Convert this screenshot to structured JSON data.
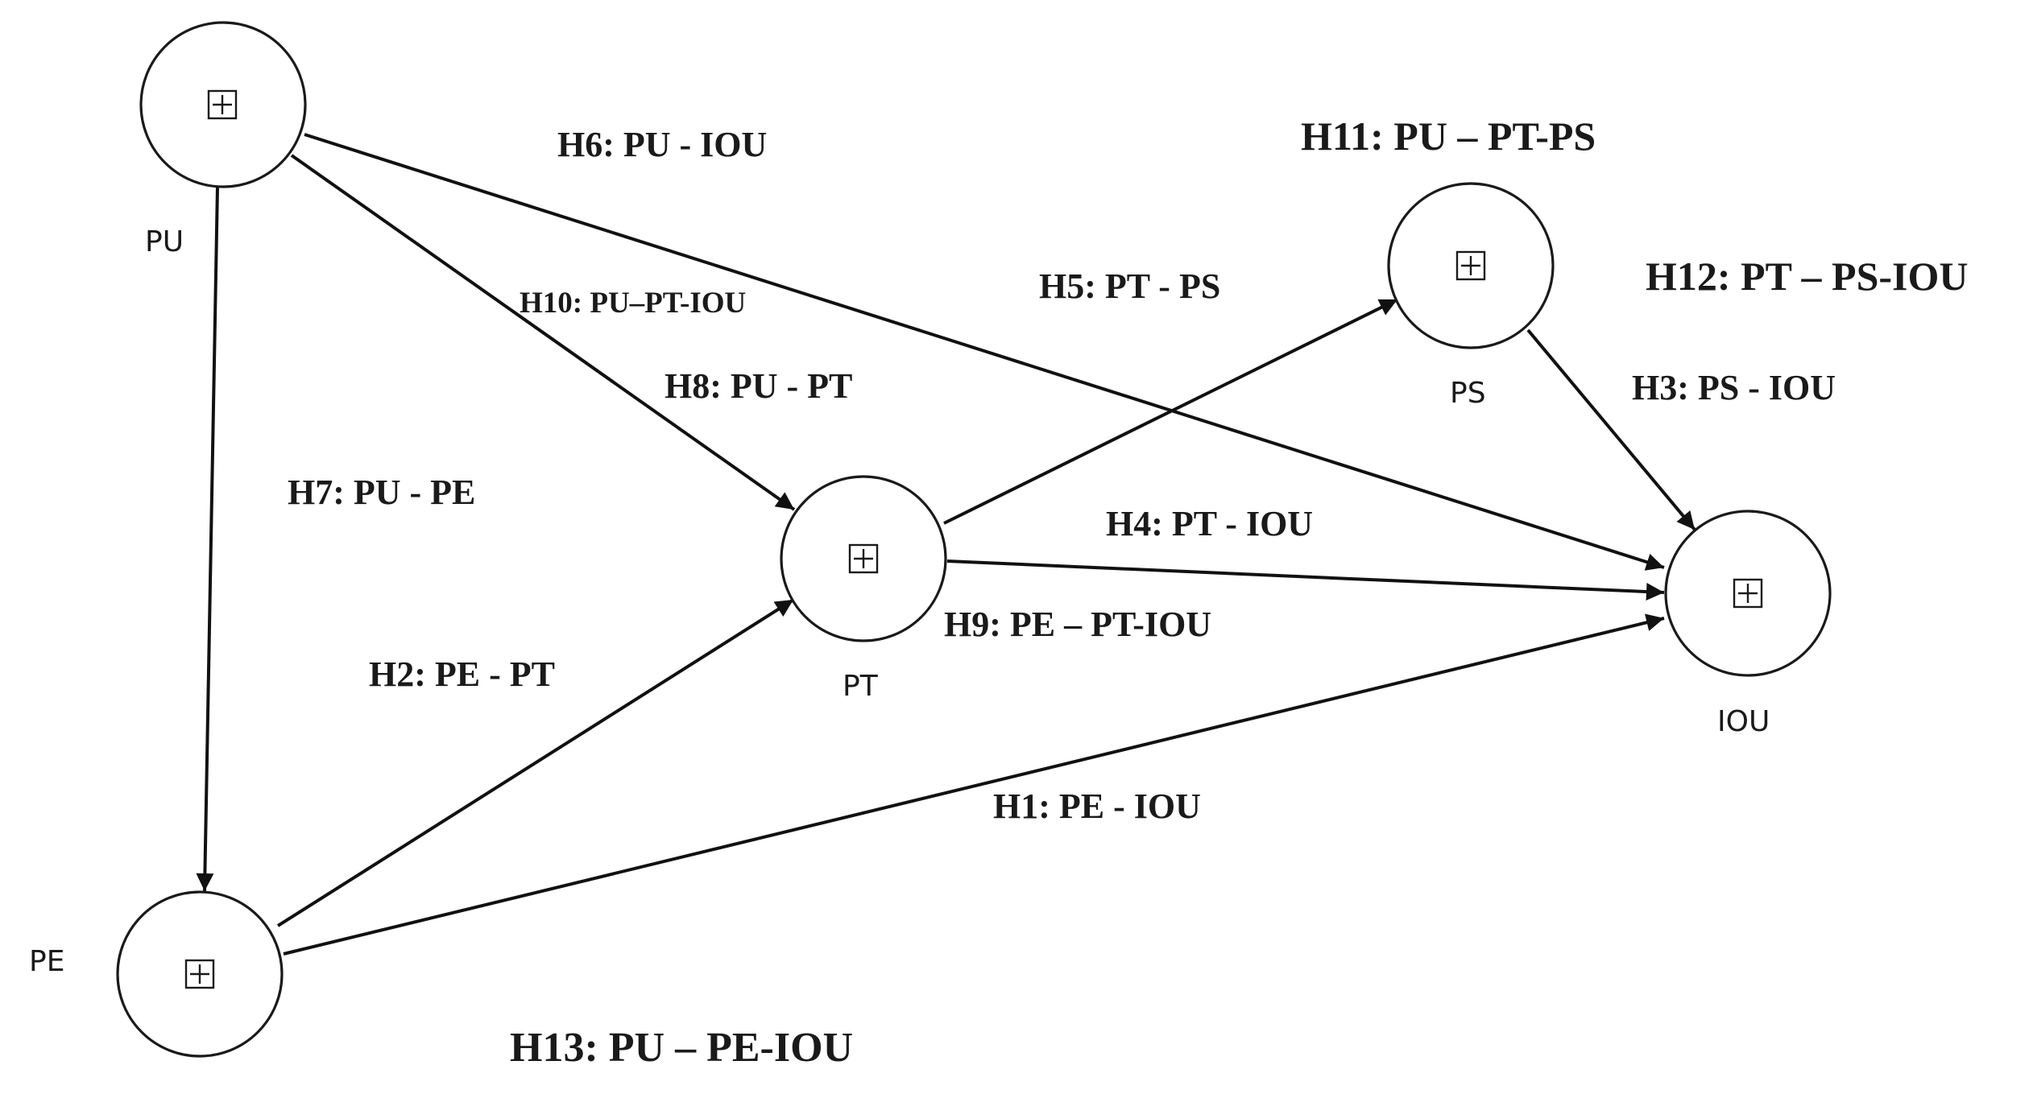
{
  "nodes": {
    "pu": {
      "label": "PU",
      "icon": "expand-plus-icon"
    },
    "pe": {
      "label": "PE",
      "icon": "expand-plus-icon"
    },
    "pt": {
      "label": "PT",
      "icon": "expand-plus-icon"
    },
    "ps": {
      "label": "PS",
      "icon": "expand-plus-icon"
    },
    "iou": {
      "label": "IOU",
      "icon": "expand-plus-icon"
    }
  },
  "edges": [
    {
      "from": "PU",
      "to": "PE"
    },
    {
      "from": "PU",
      "to": "PT"
    },
    {
      "from": "PU",
      "to": "IOU"
    },
    {
      "from": "PE",
      "to": "PT"
    },
    {
      "from": "PE",
      "to": "IOU"
    },
    {
      "from": "PT",
      "to": "PS"
    },
    {
      "from": "PT",
      "to": "IOU"
    },
    {
      "from": "PS",
      "to": "IOU"
    }
  ],
  "hypotheses": {
    "h1": "H1: PE  - IOU",
    "h2": "H2: PE  - PT",
    "h3": "H3: PS - IOU",
    "h4": "H4: PT  - IOU",
    "h5": "H5: PT  - PS",
    "h6": "H6: PU - IOU",
    "h7": "H7: PU  - PE",
    "h8": "H8: PU  - PT",
    "h9": "H9: PE  – PT-IOU",
    "h10": "H10: PU–PT-IOU",
    "h11": "H11: PU  – PT-PS",
    "h12": "H12: PT  – PS-IOU",
    "h13": "H13: PU  – PE-IOU"
  }
}
